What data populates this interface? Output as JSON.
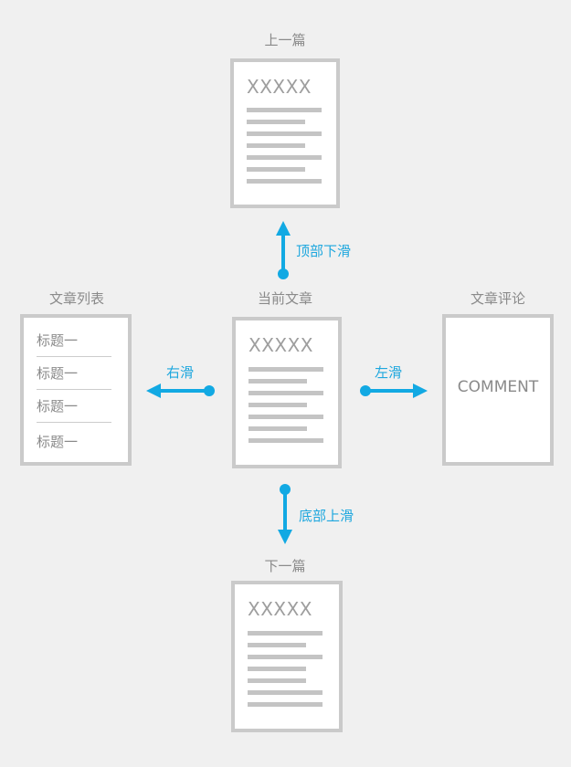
{
  "prev_article": {
    "label": "上一篇",
    "doc_title": "XXXXX"
  },
  "current_article": {
    "label": "当前文章",
    "doc_title": "XXXXX"
  },
  "next_article": {
    "label": "下一篇",
    "doc_title": "XXXXX"
  },
  "article_list": {
    "label": "文章列表",
    "items": [
      "标题一",
      "标题一",
      "标题一",
      "标题一"
    ]
  },
  "article_comments": {
    "label": "文章评论",
    "text": "COMMENT"
  },
  "gestures": {
    "top_swipe_down": "顶部下滑",
    "bottom_swipe_up": "底部上滑",
    "swipe_right": "右滑",
    "swipe_left": "左滑"
  },
  "colors": {
    "arrow": "#12a9e3",
    "card_border": "#cacaca",
    "background": "#f0f0f0"
  }
}
